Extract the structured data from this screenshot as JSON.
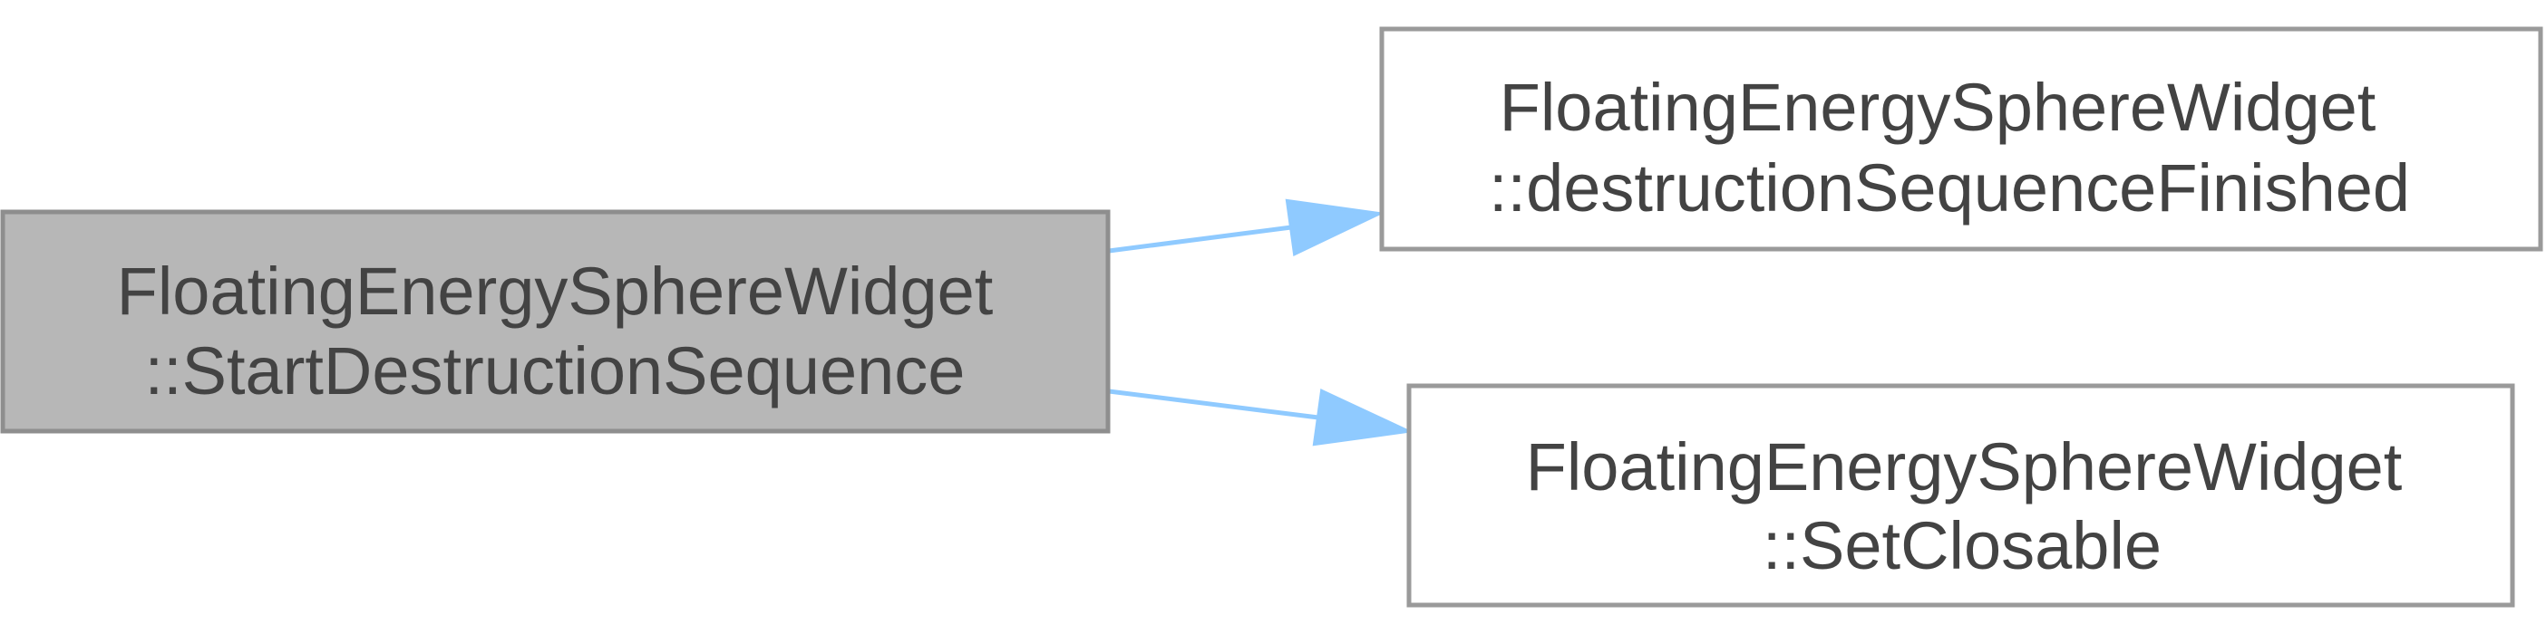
{
  "diagram": {
    "type": "call-graph",
    "colors": {
      "source_fill": "#b7b7b7",
      "source_stroke": "#8e8e8e",
      "target_fill": "#ffffff",
      "target_stroke": "#9a9a9a",
      "edge": "#8fcaff",
      "text": "#434343"
    },
    "nodes": [
      {
        "id": "start",
        "line1": "FloatingEnergySphereWidget",
        "line2": "::StartDestructionSequence"
      },
      {
        "id": "finished",
        "line1": "FloatingEnergySphereWidget",
        "line2": "::destructionSequenceFinished"
      },
      {
        "id": "closable",
        "line1": "FloatingEnergySphereWidget",
        "line2": "::SetClosable"
      }
    ],
    "edges": [
      {
        "from": "start",
        "to": "finished"
      },
      {
        "from": "start",
        "to": "closable"
      }
    ]
  }
}
